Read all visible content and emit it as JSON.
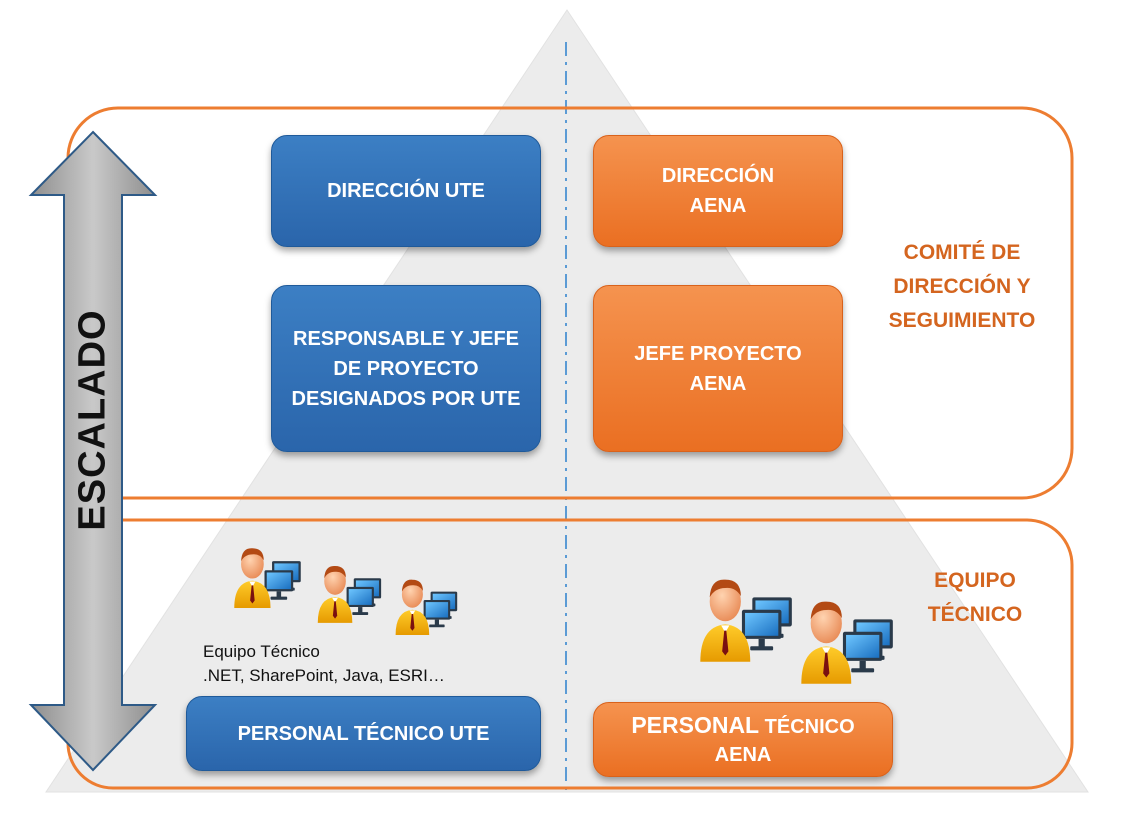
{
  "escalation_label": "ESCALADO",
  "groups": {
    "committee": "COMITÉ DE DIRECCIÓN Y SEGUIMIENTO",
    "tech_team": "EQUIPO TÉCNICO"
  },
  "boxes": {
    "direccion_ute": "DIRECCIÓN UTE",
    "direccion_aena": "DIRECCIÓN AENA",
    "responsable_ute": "RESPONSABLE Y JEFE DE PROYECTO DESIGNADOS POR UTE",
    "jefe_proyecto_aena": "JEFE PROYECTO AENA",
    "personal_tecnico_ute": "PERSONAL TÉCNICO UTE",
    "personal_tecnico_aena_word1": "PERSONAL",
    "personal_tecnico_aena_rest": "TÉCNICO AENA"
  },
  "team_note": {
    "line1": "Equipo Técnico",
    "line2": ".NET, SharePoint, Java, ESRI…"
  },
  "colors": {
    "blue": "#2e6db4",
    "orange": "#ee7a2e",
    "group_text": "#d4651f",
    "pyramid": "#ececec"
  },
  "icons": [
    "user-computer-icon"
  ]
}
